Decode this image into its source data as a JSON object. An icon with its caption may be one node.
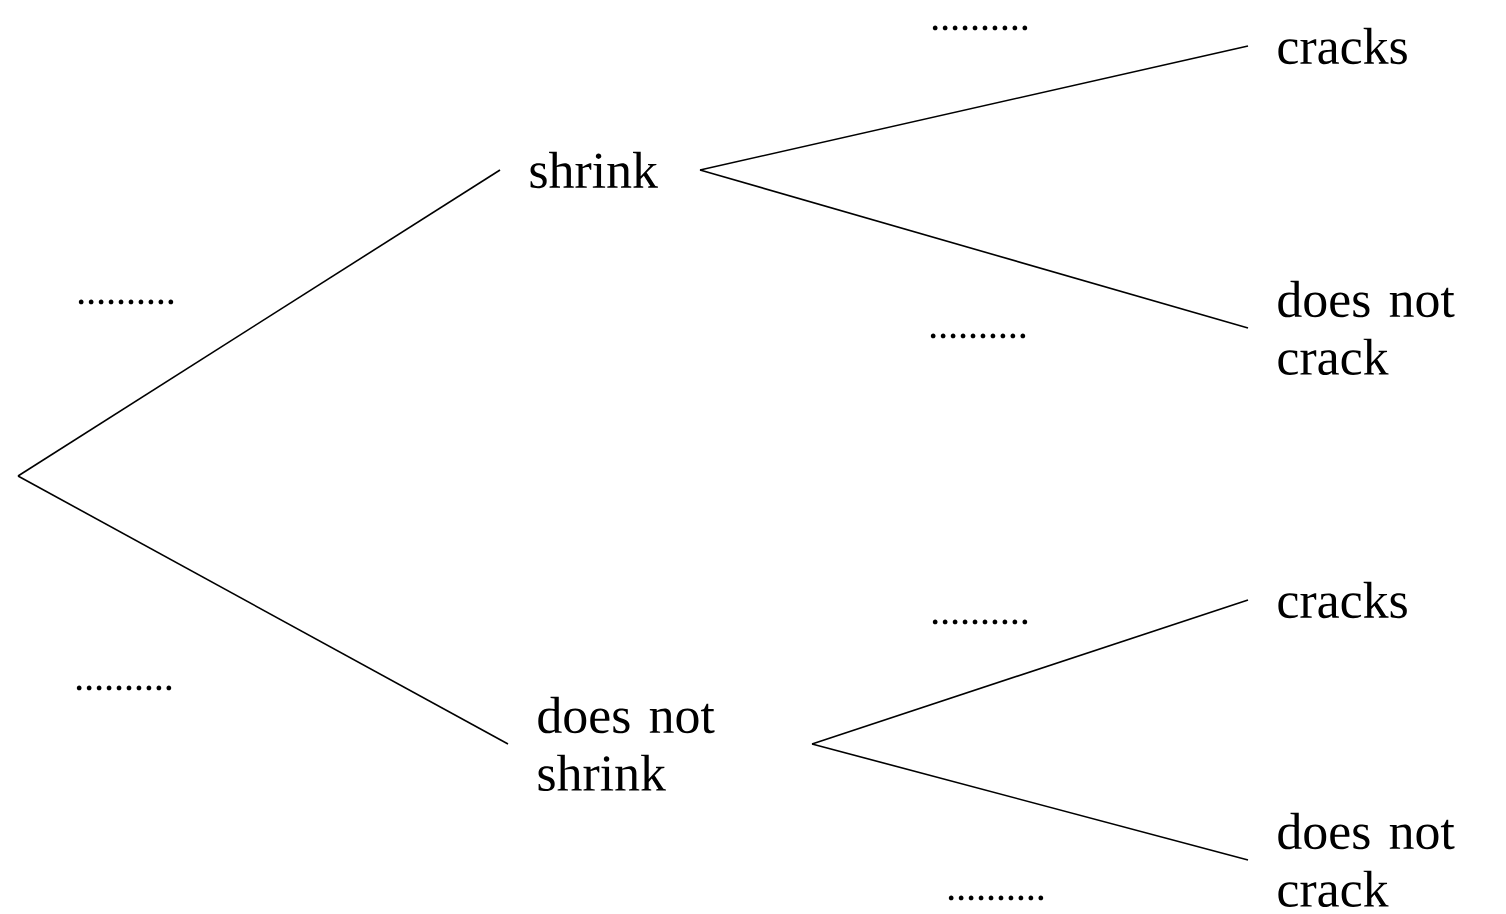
{
  "diagram": {
    "nodes": [
      {
        "text": [
          "shrink"
        ]
      },
      {
        "text": [
          "does not shrink"
        ]
      },
      {
        "text": [
          "cracks"
        ]
      },
      {
        "text": [
          "does not crack"
        ]
      },
      {
        "text": [
          "cracks"
        ]
      },
      {
        "text": [
          "does not crack"
        ]
      }
    ],
    "edges": [
      {
        "from": null,
        "to": 0,
        "arrow": "none",
        "label": ".........."
      },
      {
        "from": null,
        "to": 1,
        "arrow": "none",
        "label": ".........."
      },
      {
        "from": 0,
        "to": 2,
        "arrow": "none",
        "label": ".........."
      },
      {
        "from": 0,
        "to": 3,
        "arrow": "none",
        "label": ".........."
      },
      {
        "from": 1,
        "to": 4,
        "arrow": "none",
        "label": ".........."
      },
      {
        "from": 1,
        "to": 5,
        "arrow": "none",
        "label": ".........."
      }
    ]
  }
}
